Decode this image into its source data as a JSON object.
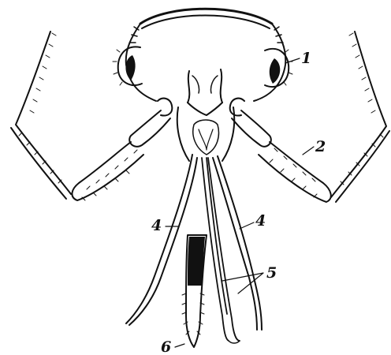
{
  "figure": {
    "labels": {
      "compound_eye": "1",
      "palp": "2",
      "mandible": "4",
      "mandible_right": "4",
      "maxillae": "5",
      "labium": "6"
    },
    "colors": {
      "ink": "#111111",
      "paper": "#ffffff"
    }
  }
}
